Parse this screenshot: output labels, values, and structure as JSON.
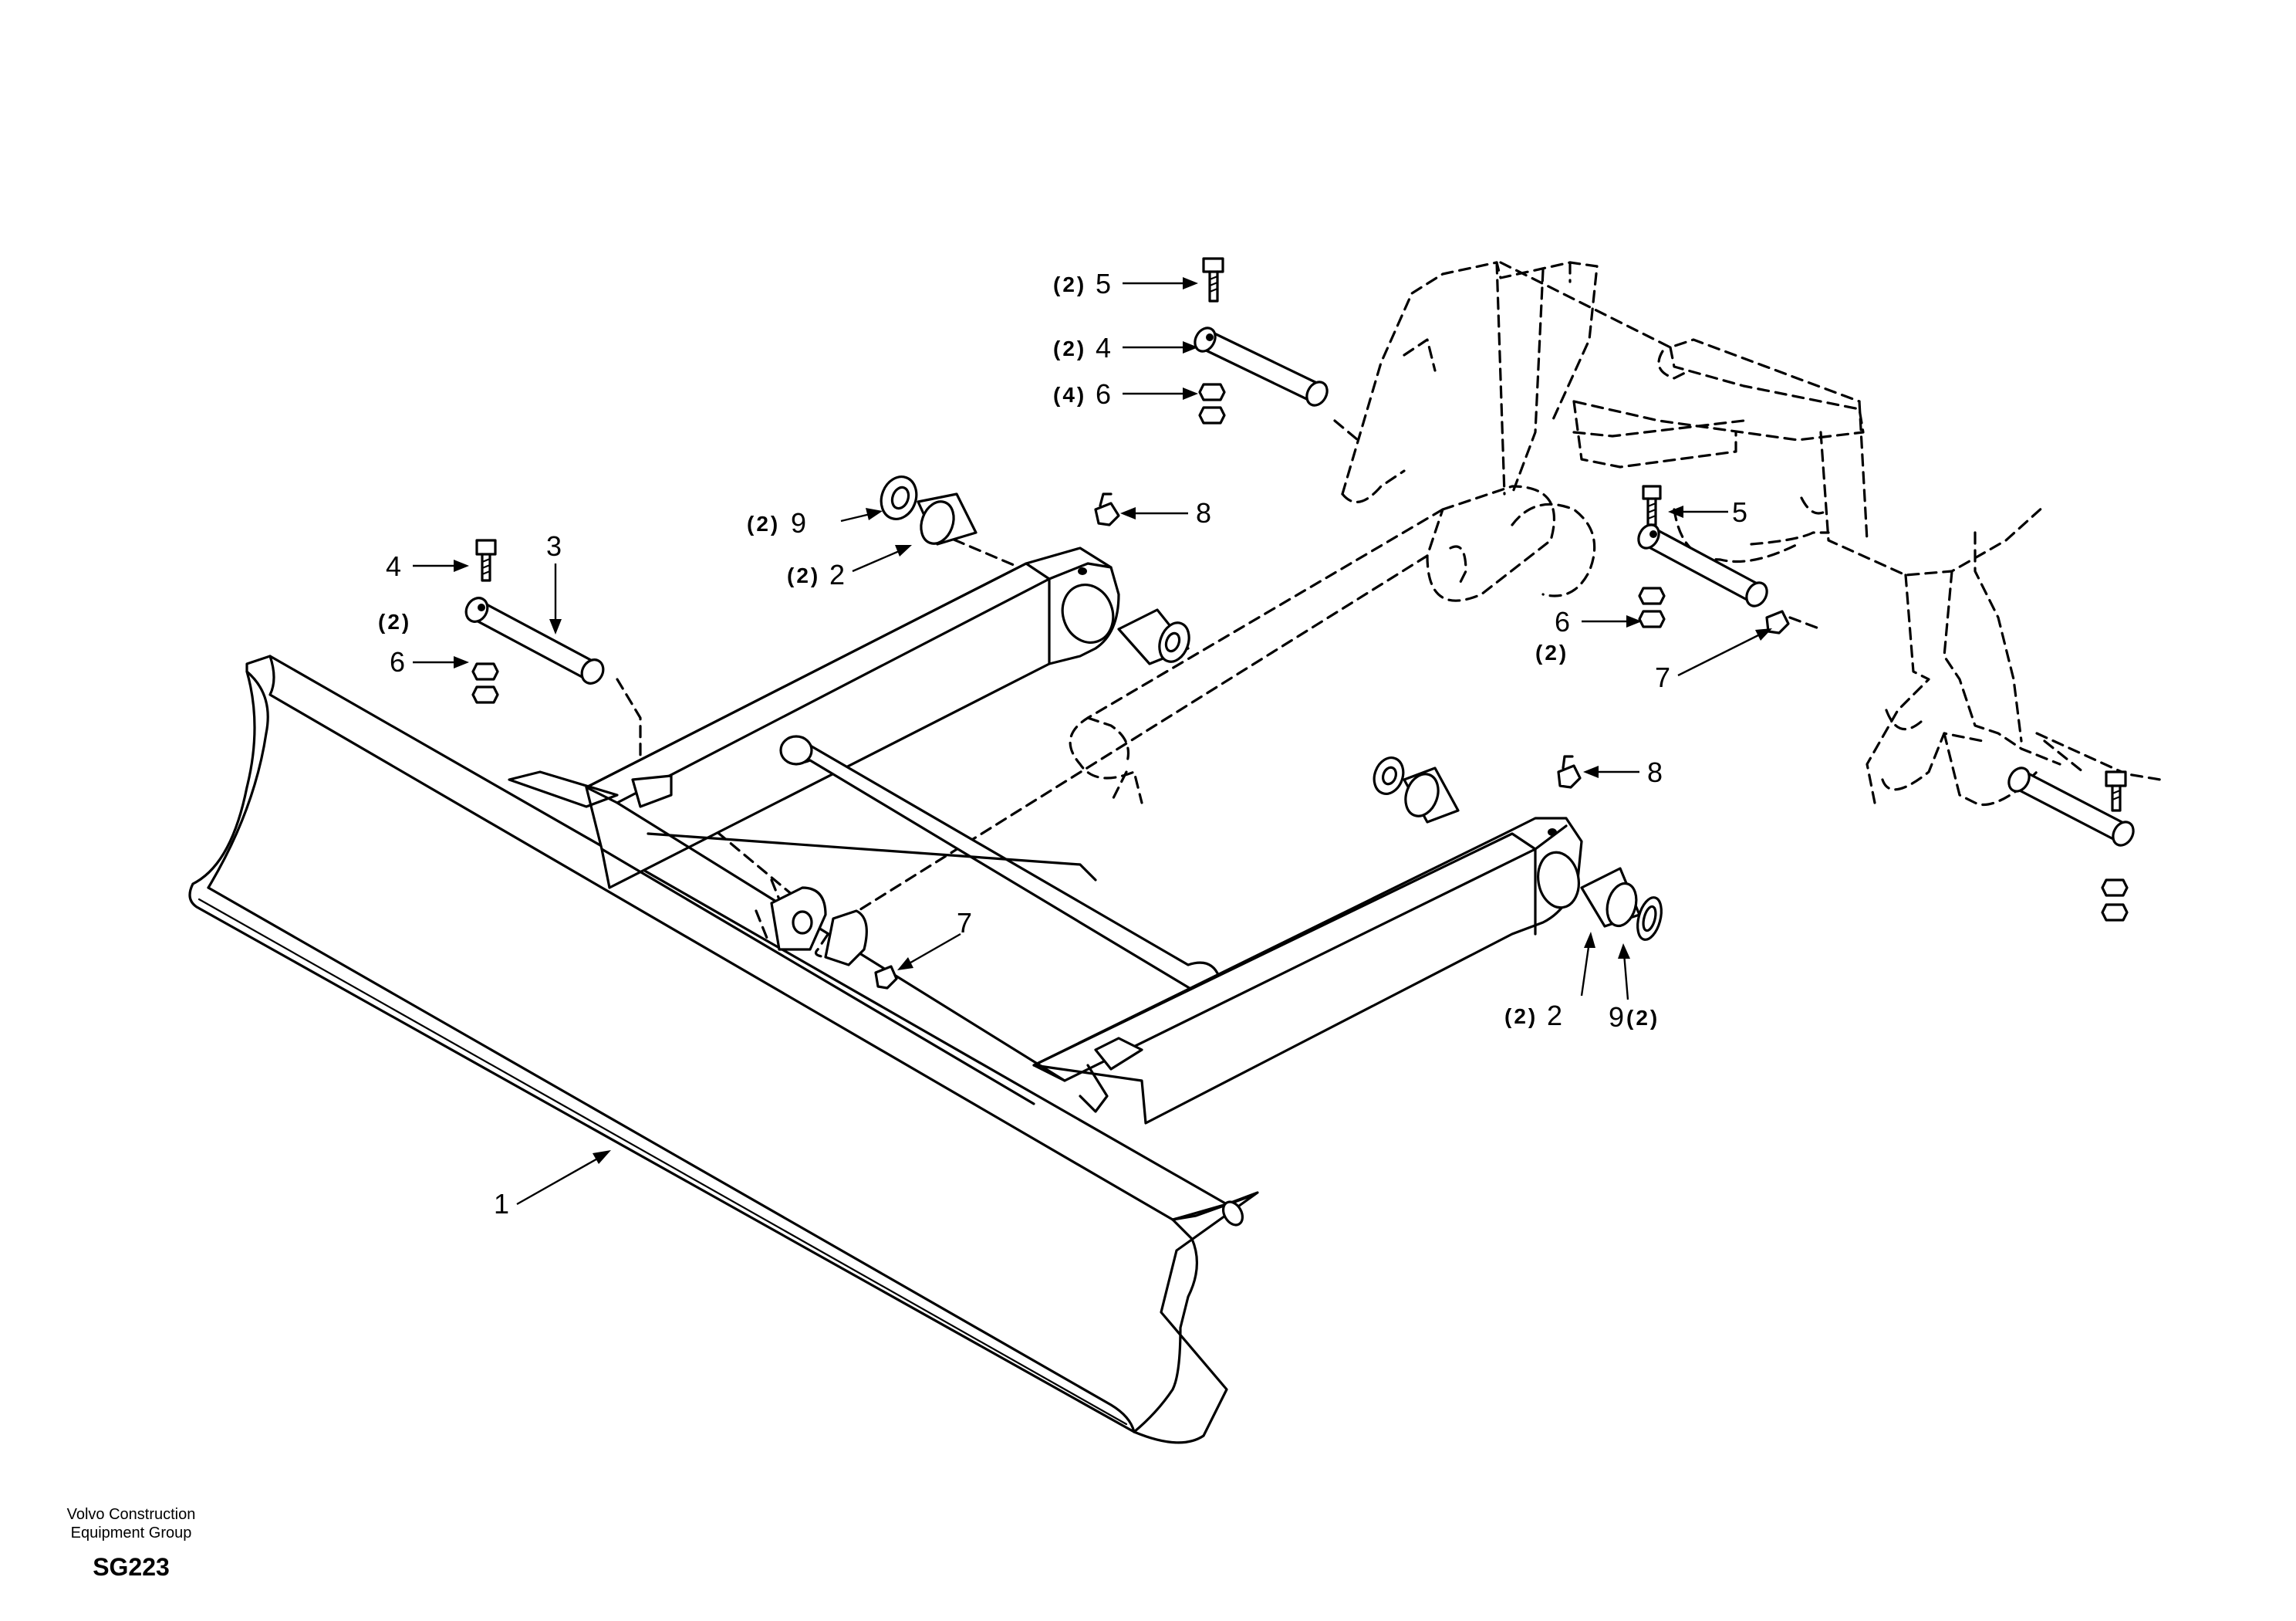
{
  "callouts": {
    "c1": {
      "qty": "",
      "num": "1"
    },
    "c2a": {
      "qty": "(2)",
      "num": "2"
    },
    "c2b": {
      "qty": "(2)",
      "num": "2"
    },
    "c3": {
      "qty": "",
      "num": "3"
    },
    "c4a": {
      "qty": "",
      "num": "4"
    },
    "c4b": {
      "qty": "(2)",
      "num": "4"
    },
    "c5a": {
      "qty": "(2)",
      "num": "5"
    },
    "c5b": {
      "qty": "",
      "num": "5"
    },
    "c6a": {
      "qty": "(2)",
      "num": "6"
    },
    "c6b": {
      "qty": "(4)",
      "num": "6"
    },
    "c6c": {
      "qty": "(2)",
      "num": "6"
    },
    "c7a": {
      "qty": "",
      "num": "7"
    },
    "c7b": {
      "qty": "",
      "num": "7"
    },
    "c8a": {
      "qty": "",
      "num": "8"
    },
    "c8b": {
      "qty": "",
      "num": "8"
    },
    "c9a": {
      "qty": "(2)",
      "num": "9"
    },
    "c9b": {
      "qty": "(2)",
      "num": "9"
    }
  },
  "footer": {
    "company_line1": "Volvo Construction",
    "company_line2": "Equipment Group",
    "code": "SG223"
  }
}
